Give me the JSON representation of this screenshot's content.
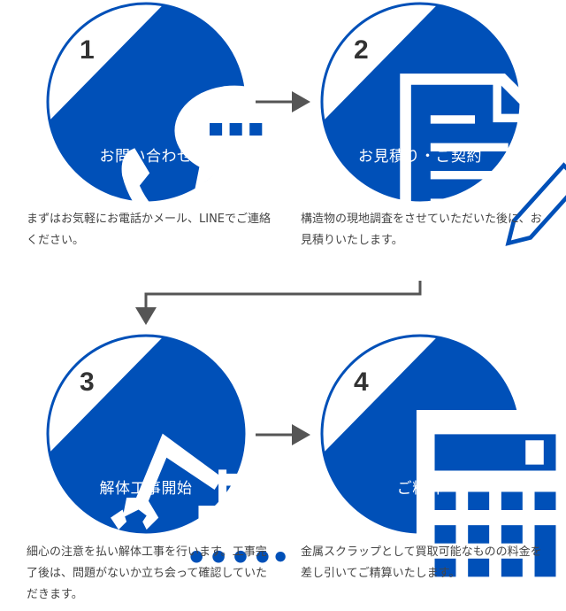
{
  "brand_color": "#0050b8",
  "arrow_color": "#555555",
  "steps": [
    {
      "number": "1",
      "title": "お問い合わせ",
      "icon": "phone-chat-icon",
      "description": "まずはお気軽にお電話かメール、LINEでご連絡ください。"
    },
    {
      "number": "2",
      "title": "お見積り・ご契約",
      "icon": "document-pen-icon",
      "description": "構造物の現地調査をさせていただいた後に、お見積りいたします。"
    },
    {
      "number": "3",
      "title": "解体工事開始",
      "icon": "excavator-icon",
      "description": "細心の注意を払い解体工事を行います。工事完了後は、問題がないか立ち会って確認していただきます。"
    },
    {
      "number": "4",
      "title": "ご精算",
      "icon": "calculator-icon",
      "description": "金属スクラップとして買取可能なものの料金を差し引いてご精算いたします。"
    }
  ]
}
